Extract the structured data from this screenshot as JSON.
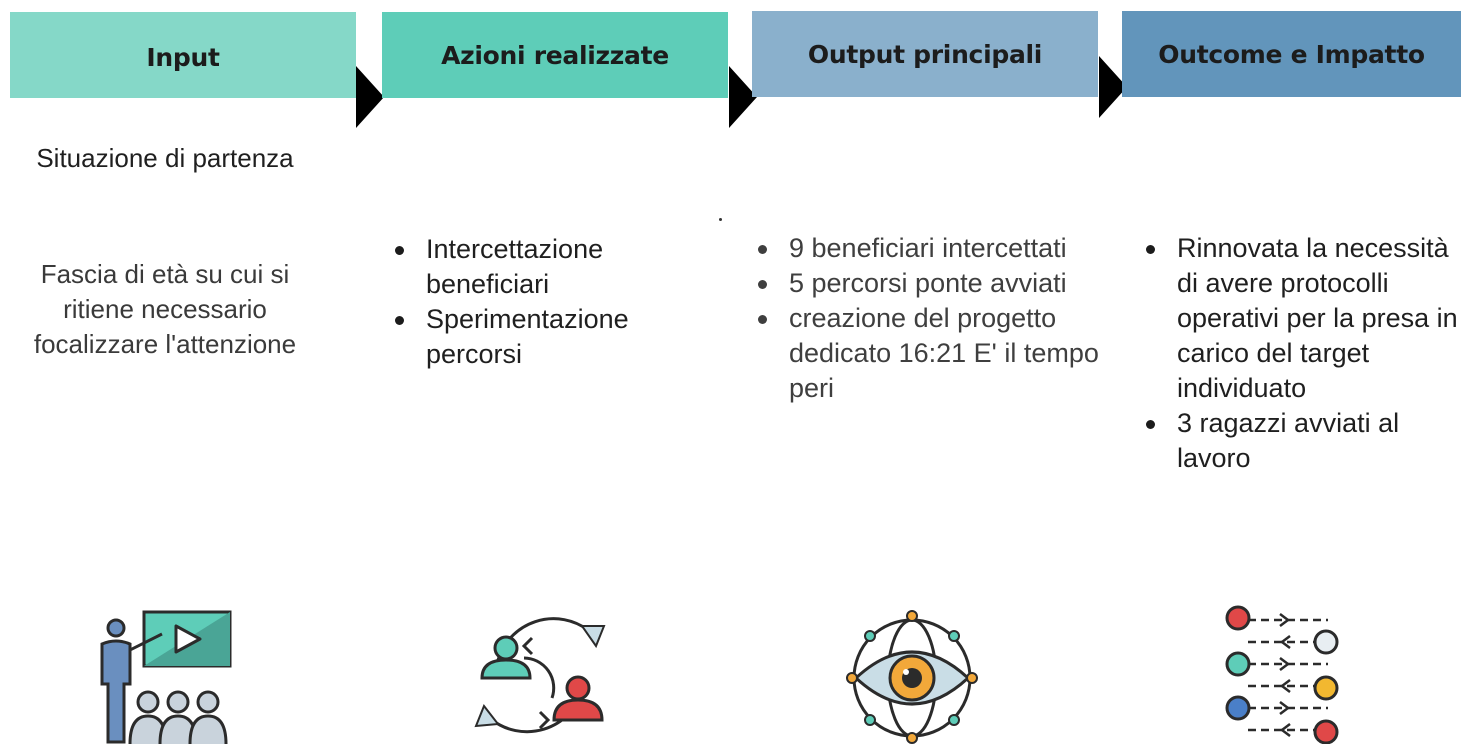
{
  "headers": [
    "Input",
    "Azioni realizzate",
    "Output principali",
    "Outcome e Impatto"
  ],
  "input": {
    "title": "Situazione di partenza",
    "description": "Fascia di età su cui si ritiene necessario focalizzare l'attenzione"
  },
  "actions": [
    "Intercettazione beneficiari",
    "Sperimentazione percorsi"
  ],
  "outputs": [
    "9 beneficiari intercettati",
    "5 percorsi ponte avviati",
    "creazione del progetto dedicato 16:21 E' il tempo peri"
  ],
  "outcomes": [
    "Rinnovata la necessità di avere protocolli operativi per la presa in carico del target individuato",
    "3 ragazzi avviati al lavoro"
  ],
  "icons": [
    "presentation-icon",
    "exchange-people-icon",
    "eye-globe-icon",
    "process-flow-icon"
  ],
  "colors": {
    "header_input": "#85d8c8",
    "header_actions": "#5ecdb8",
    "header_outputs": "#8ab0cc",
    "header_outcomes": "#6295bb"
  }
}
